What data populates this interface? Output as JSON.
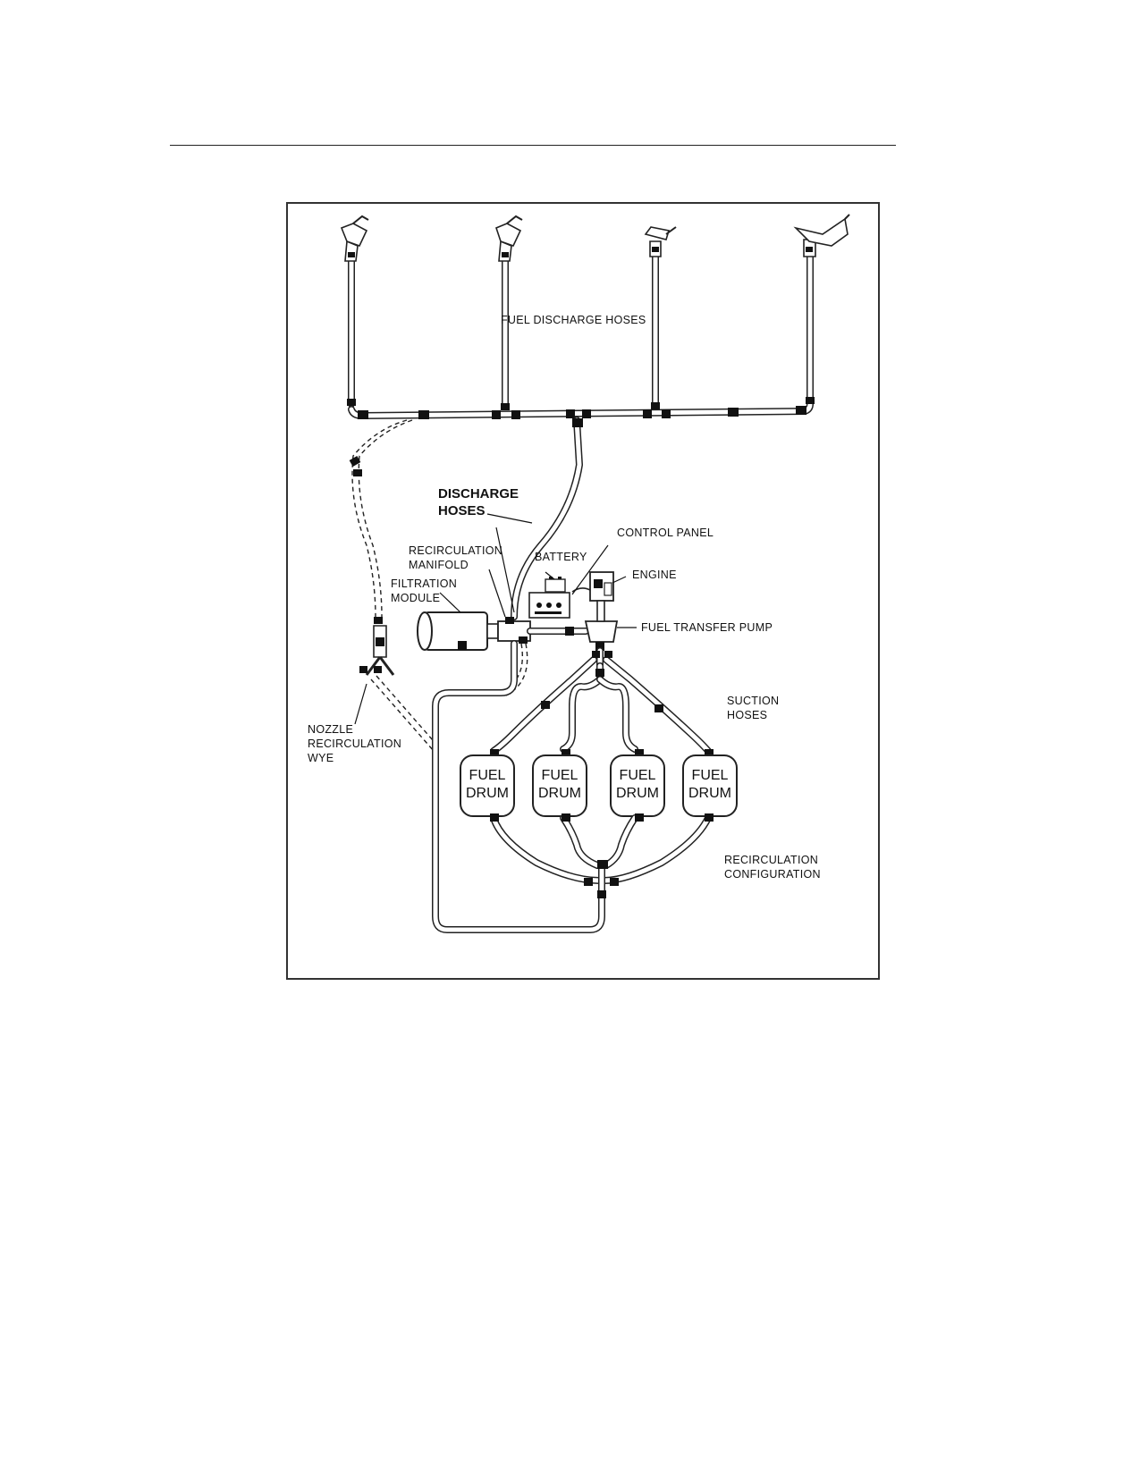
{
  "labels": {
    "fuel_discharge_hoses": "FUEL DISCHARGE HOSES",
    "discharge_hoses_line1": "DISCHARGE",
    "discharge_hoses_line2": "HOSES",
    "control_panel": "CONTROL PANEL",
    "battery": "BATTERY",
    "engine": "ENGINE",
    "recirc_manifold_line1": "RECIRCULATION",
    "recirc_manifold_line2": "MANIFOLD",
    "filtration_line1": "FILTRATION",
    "filtration_line2": "MODULE",
    "fuel_transfer_pump": "FUEL TRANSFER PUMP",
    "suction_line1": "SUCTION",
    "suction_line2": "HOSES",
    "nozzle_line1": "NOZZLE",
    "nozzle_line2": "RECIRCULATION",
    "nozzle_line3": "WYE",
    "recirc_config_line1": "RECIRCULATION",
    "recirc_config_line2": "CONFIGURATION"
  },
  "drums": [
    {
      "line1": "FUEL",
      "line2": "DRUM"
    },
    {
      "line1": "FUEL",
      "line2": "DRUM"
    },
    {
      "line1": "FUEL",
      "line2": "DRUM"
    },
    {
      "line1": "FUEL",
      "line2": "DRUM"
    }
  ],
  "icons": [
    "fuel-nozzle-icon",
    "fuel-drum-icon",
    "engine-icon",
    "battery-icon",
    "control-panel-icon",
    "filtration-module-icon",
    "pump-icon"
  ]
}
